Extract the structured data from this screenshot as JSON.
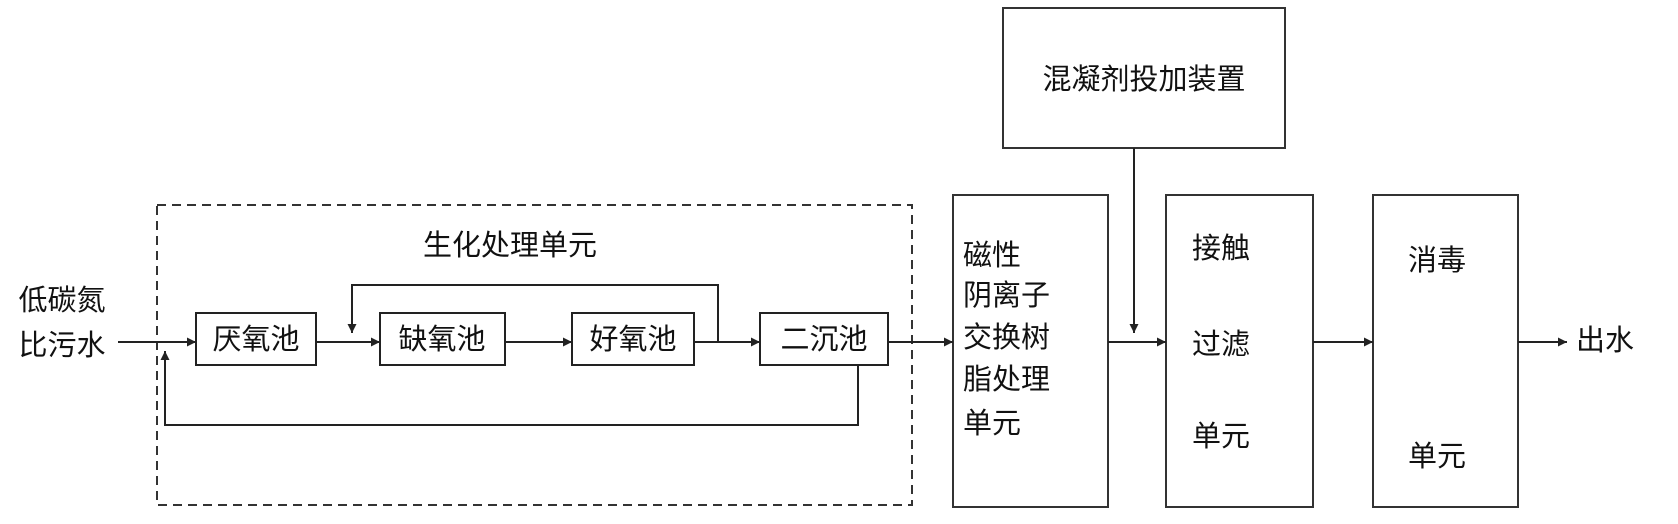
{
  "diagram": {
    "input": {
      "line1": "低碳氮",
      "line2": "比污水"
    },
    "biochem_unit": {
      "title": "生化处理单元",
      "anaerobic": "厌氧池",
      "anoxic": "缺氧池",
      "aerobic": "好氧池",
      "secondary_clarifier": "二沉池"
    },
    "resin_unit": {
      "line1": "磁性",
      "line2": "阴离子",
      "line3": "交换树",
      "line4": "脂处理",
      "line5": "单元"
    },
    "coagulant_device": {
      "label": "混凝剂投加装置"
    },
    "filter_unit": {
      "line1": "接触",
      "line2": "过滤",
      "line3": "单元"
    },
    "disinfect_unit": {
      "line1": "消毒",
      "line2": "单元"
    },
    "output": {
      "label": "出水"
    }
  }
}
